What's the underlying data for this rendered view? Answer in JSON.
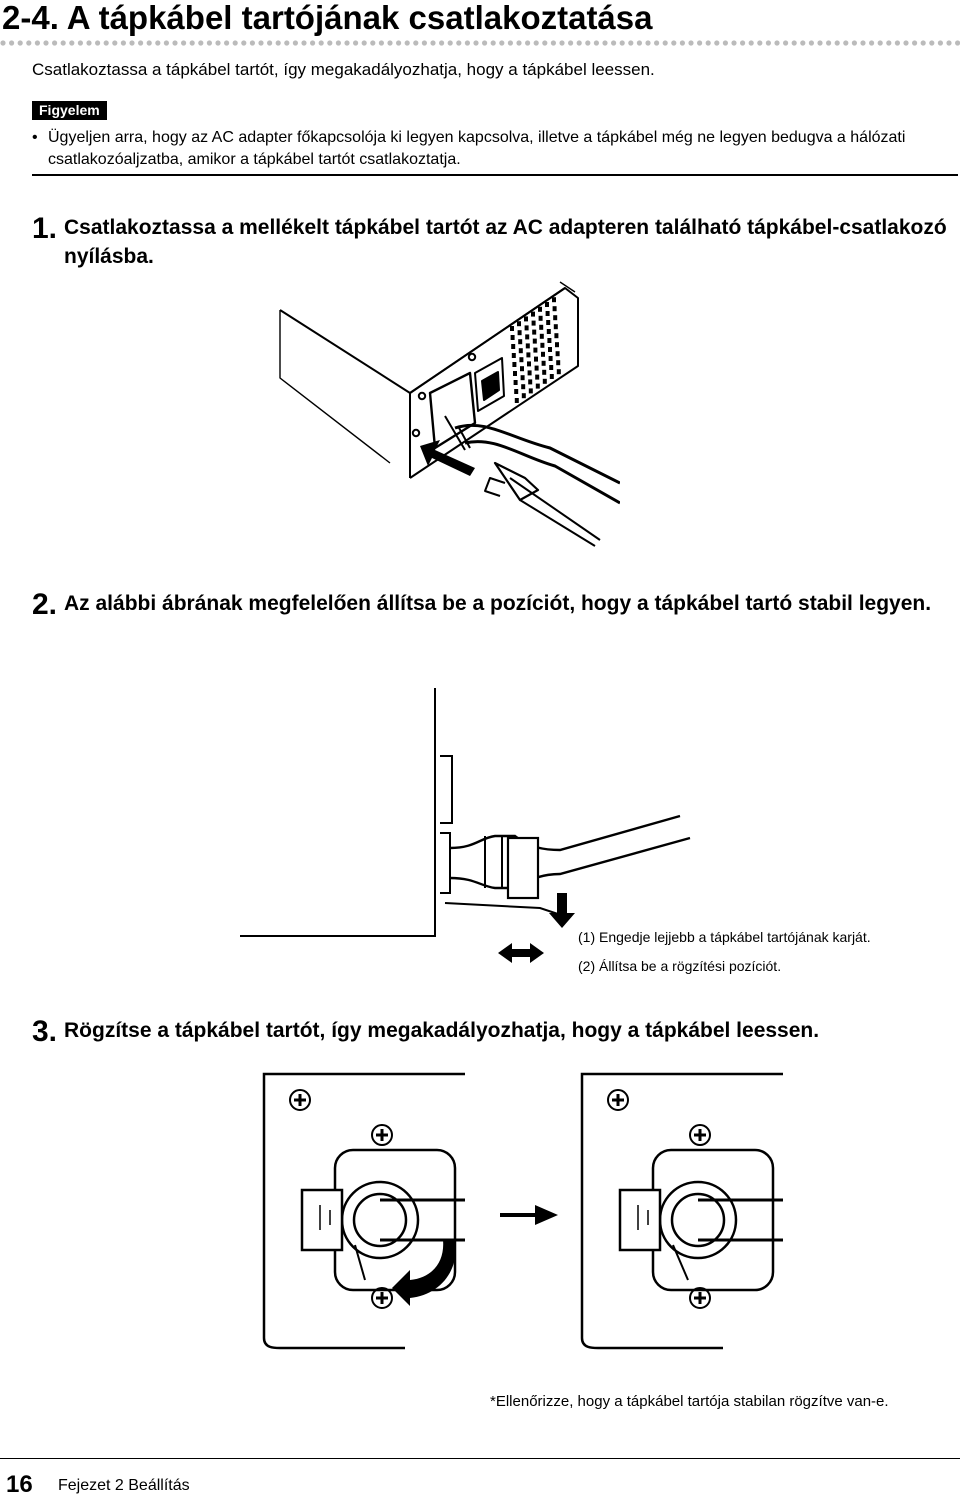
{
  "section": {
    "title": "2-4.  A tápkábel tartójának csatlakoztatása"
  },
  "intro": "Csatlakoztassa a tápkábel tartót, így megakadályozhatja, hogy a tápkábel leessen.",
  "warning": {
    "badge": "Figyelem",
    "bullet": "•",
    "text": "Ügyeljen arra, hogy az AC adapter főkapcsolója ki legyen kapcsolva, illetve a tápkábel még ne legyen bedugva a hálózati csatlakozóaljzatba, amikor a tápkábel tartót csatlakoztatja."
  },
  "steps": [
    {
      "number": "1.",
      "text": "Csatlakoztassa a mellékelt tápkábel tartót az AC adapteren található tápkábel-csatlakozó nyílásba."
    },
    {
      "number": "2.",
      "text": "Az alábbi ábrának megfelelően állítsa be a pozíciót, hogy a tápkábel tartó stabil legyen."
    },
    {
      "number": "3.",
      "text": "Rögzítse a tápkábel tartót, így megakadályozhatja, hogy a tápkábel leessen."
    }
  ],
  "figure2": {
    "note1": "(1) Engedje lejjebb a tápkábel tartójának karját.",
    "note2": "(2) Állítsa be a rögzítési pozíciót."
  },
  "figure3": {
    "note": "*Ellenőrizze, hogy a tápkábel tartója stabilan rögzítve van-e."
  },
  "footer": {
    "page_number": "16",
    "chapter": "Fejezet 2 Beállítás"
  }
}
